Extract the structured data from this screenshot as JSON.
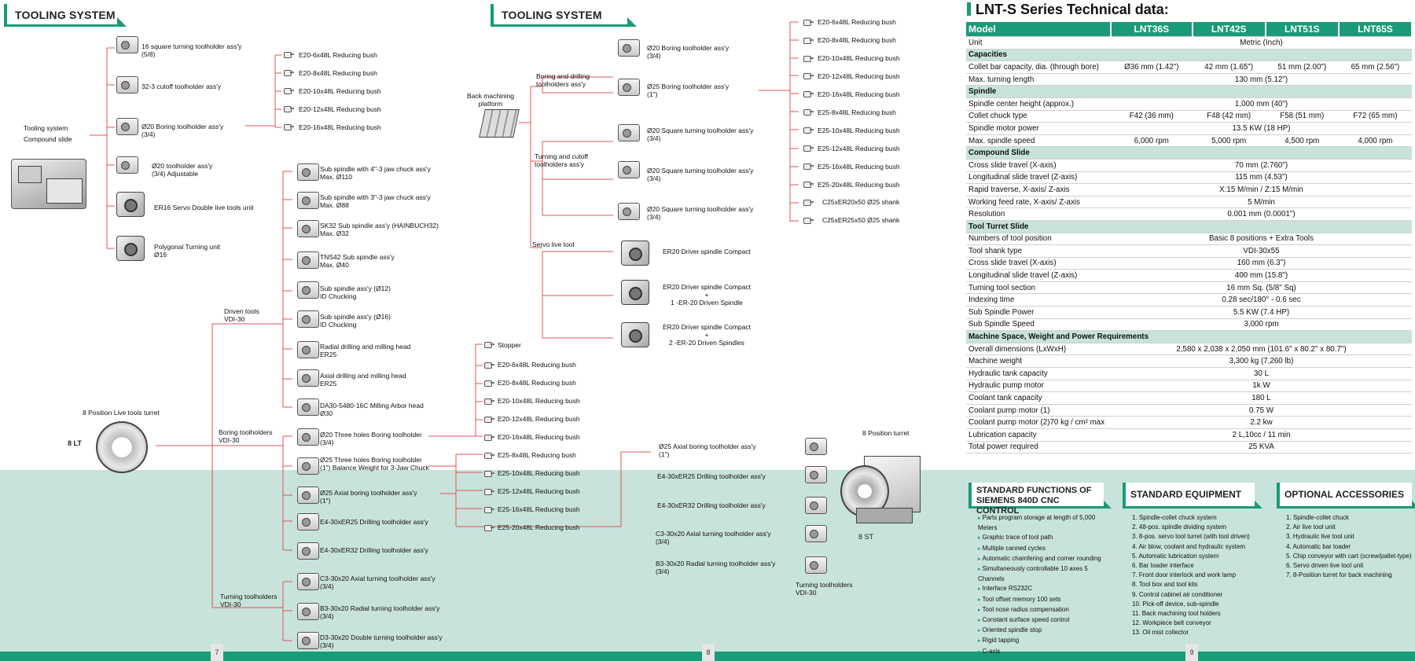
{
  "pages": {
    "left": "7",
    "middle": "8",
    "right": "9"
  },
  "headers": {
    "left": "TOOLING SYSTEM",
    "middle": "TOOLING SYSTEM"
  },
  "left": {
    "compound": {
      "title": "Tooling system",
      "subtitle": "Compound slide"
    },
    "compound_items": [
      "16 square turning toolholder ass'y\n(5/8)",
      "32-3 cutoff toolholder ass'y",
      "Ø20 Boring toolholder ass'y\n(3/4)",
      "Ø20 toolholder ass'y\n(3/4) Adjustable",
      "ER16 Servo Double live tools unit",
      "Polygonal Turning unit\nØ16"
    ],
    "bush_items": [
      "E20-6x48L Reducing bush",
      "E20-8x48L Reducing bush",
      "E20-10x48L Reducing bush",
      "E20-12x48L Reducing bush",
      "E20-16x48L Reducing bush"
    ],
    "turret_label": "8 Position Live tools turret",
    "turret_tag": "8 LT",
    "driven_group": "Driven tools\nVDI-30",
    "driven_items": [
      "Sub spindle with 4\"-3 jaw chuck ass'y\nMax. Ø110",
      "Sub spindle with 3\"-3 jaw chuck ass'y\nMax. Ø88",
      "SK32 Sub spindle ass'y (HAINBUCH32)\nMax. Ø32",
      "TNS42 Sub spindle ass'y\nMax. Ø40",
      "Sub spindle ass'y (Ø12)\nID Chucking",
      "Sub spindle ass'y (Ø16)\nID Chucking",
      "Radial drilling and milling head\nER25",
      "Axial drilling and milling head\nER25",
      "DA30-5480-16C Milling Arbor head\nØ30"
    ],
    "boring_group": "Boring toolholders\nVDI-30",
    "boring_items": [
      "Ø20 Three holes Boring toolholder\n(3/4)",
      "Ø25 Three holes Boring toolholder\n(1\") Balance Weight for 3-Jaw Chuck",
      "Ø25 Axial boring toolholder ass'y\n(1\")",
      "E4-30xER25 Drilling toolholder ass'y",
      "E4-30xER32 Drilling toolholder ass'y"
    ],
    "turning_group": "Turning toolholders\nVDI-30",
    "turning_items": [
      "C3-30x20 Axial turning toolholder ass'y\n(3/4)",
      "B3-30x20 Radial turning toolholder ass'y\n(3/4)",
      "D3-30x20 Double turning toolholder ass'y\n(3/4)"
    ]
  },
  "middle": {
    "stopper": "Stopper",
    "bush_e20": [
      "E20-6x48L Reducing bush",
      "E20-8x48L Reducing bush",
      "E20-10x48L Reducing bush",
      "E20-12x48L Reducing bush",
      "E20-16x48L Reducing bush"
    ],
    "bush_e25": [
      "E25-8x48L Reducing bush",
      "E25-10x48L Reducing bush",
      "E25-12x48L Reducing bush",
      "E25-16x48L Reducing bush",
      "E25-20x48L Reducing bush"
    ],
    "back_platform": "Back machining\nplatform",
    "boring_drill_group": "Boring and drilling\ntoolholders ass'y",
    "boring_drill_items": [
      "Ø20 Boring toolholder ass'y\n(3/4)",
      "Ø25 Boring toolholder ass'y\n(1\")"
    ],
    "turning_cutoff_group": "Turning and cutoff\ntoolholders ass'y",
    "turning_cutoff_items": [
      "Ø20 Square turning toolholder ass'y\n(3/4)",
      "Ø20 Square turning toolholder ass'y\n(3/4)",
      "Ø20 Square turning toolholder ass'y\n(3/4)"
    ],
    "servo_group": "Servo live tool",
    "servo_items": [
      "ER20 Driver spindle Compact",
      "ER20 Driver spindle Compact\n+\n1 -ER-20 Driven Spindle",
      "ER20 Driver spindle Compact\n+\n2 -ER-20 Driven Spindles"
    ],
    "right_bush": [
      "E20-6x48L Reducing bush",
      "E20-8x48L Reducing bush",
      "E20-10x48L Reducing bush",
      "E20-12x48L Reducing bush",
      "E20-16x48L Reducing bush",
      "E25-8x48L Reducing bush",
      "E25-10x48L Reducing bush",
      "E25-12x48L Reducing bush",
      "E25-16x48L Reducing bush",
      "E25-20x48L Reducing bush",
      "C25xER20x50 Ø25 shank",
      "C25xER25x50 Ø25 shank"
    ],
    "lower_items": [
      "Ø25 Axial boring toolholder ass'y\n(1\")",
      "E4-30xER25 Drilling toolholder ass'y",
      "E4-30xER32 Drilling toolholder ass'y",
      "C3-30x20 Axial turning toolholder ass'y\n(3/4)",
      "B3-30x20 Radial turning toolholder ass'y\n(3/4)"
    ],
    "turret8_label": "8 Position turret",
    "turret8_tag": "8 ST",
    "turret8_group": "Turning toolholders\nVDI-30"
  },
  "spec": {
    "title": "LNT-S Series Technical data:",
    "columns": [
      "Model",
      "LNT36S",
      "LNT42S",
      "LNT51S",
      "LNT65S"
    ],
    "rows": [
      {
        "k": "Unit",
        "v": [
          "Metric (Inch)"
        ]
      },
      {
        "section": "Capacities"
      },
      {
        "k": "Collet bar capacity, dia. (through bore)",
        "v": [
          "Ø36 mm (1.42\")",
          "42 mm (1.65\")",
          "51 mm (2.00\")",
          "65 mm (2.56\")"
        ]
      },
      {
        "k": "Max. turning length",
        "v": [
          "130 mm (5.12\")"
        ]
      },
      {
        "section": "Spindle"
      },
      {
        "k": "Spindle center height (approx.)",
        "v": [
          "1,000 mm (40\")"
        ]
      },
      {
        "k": "Collet chuck type",
        "v": [
          "F42 (36 mm)",
          "F48 (42 mm)",
          "F58 (51 mm)",
          "F72 (65 mm)"
        ]
      },
      {
        "k": "Spindle motor power",
        "v": [
          "13.5 KW (18 HP)"
        ]
      },
      {
        "k": "Max. spindle speed",
        "v": [
          "6,000 rpm",
          "5,000 rpm",
          "4,500 rpm",
          "4,000 rpm"
        ]
      },
      {
        "section": "Compound Slide"
      },
      {
        "k": "Cross slide travel (X-axis)",
        "v": [
          "70 mm (2.760\")"
        ]
      },
      {
        "k": "Longitudinal slide travel (Z-axis)",
        "v": [
          "115 mm (4.53\")"
        ]
      },
      {
        "k": "Rapid traverse, X-axis/ Z-axis",
        "v": [
          "X:15 M/min / Z:15 M/min"
        ]
      },
      {
        "k": "Working feed rate, X-axis/ Z-axis",
        "v": [
          "5 M/min"
        ]
      },
      {
        "k": "Resolution",
        "v": [
          "0.001 mm (0.0001\")"
        ]
      },
      {
        "section": "Tool Turret Slide"
      },
      {
        "k": "Numbers of tool position",
        "v": [
          "Basic 8 positions + Extra Tools"
        ]
      },
      {
        "k": "Tool shank type",
        "v": [
          "VDI-30x55"
        ]
      },
      {
        "k": "Cross slide travel (X-axis)",
        "v": [
          "160 mm (6.3\")"
        ]
      },
      {
        "k": "Longitudinal slide travel (Z-axis)",
        "v": [
          "400 mm (15.8\")"
        ]
      },
      {
        "k": "Turning tool section",
        "v": [
          "16 mm Sq. (5/8\" Sq)"
        ]
      },
      {
        "k": "Indexing time",
        "v": [
          "0.28 sec/180° - 0.6 sec"
        ]
      },
      {
        "k": "Sub Spindle Power",
        "v": [
          "5.5 KW (7.4 HP)"
        ]
      },
      {
        "k": "Sub Spindle Speed",
        "v": [
          "3,000 rpm"
        ]
      },
      {
        "section": "Machine Space, Weight and Power Requirements"
      },
      {
        "k": "Overall dimensions (LxWxH)",
        "v": [
          "2,580 x 2,038 x 2,050 mm (101.6\" x 80.2\" x 80.7\")"
        ]
      },
      {
        "k": "Machine weight",
        "v": [
          "3,300 kg (7,260 lb)"
        ]
      },
      {
        "k": "Hydraulic tank capacity",
        "v": [
          "30 L"
        ]
      },
      {
        "k": "Hydraulic pump motor",
        "v": [
          "1k W"
        ]
      },
      {
        "k": "Coolant tank capacity",
        "v": [
          "180 L"
        ]
      },
      {
        "k": "Coolant pump motor (1)",
        "v": [
          "0.75 W"
        ]
      },
      {
        "k": "Coolant pump motor (2)70 kg / cm² max",
        "v": [
          "2.2 kw"
        ]
      },
      {
        "k": "Lubrication capacity",
        "v": [
          "2 L,10cc / 11 min"
        ]
      },
      {
        "k": "Total power required",
        "v": [
          "25 KVA"
        ]
      }
    ]
  },
  "functions": {
    "title": "STANDARD FUNCTIONS OF\nSIEMENS 840D CNC CONTROL",
    "items": [
      "Parts program storage at length of 5,000 Meters",
      "Graphic trace of tool path",
      "Multiple canned cycles",
      "Automatic chamfering and corner rounding",
      "Simultaneously controllable 10 axes 5 Channels",
      "Interface RS232C",
      "Tool offset memory 100 sets",
      "Tool nose radius compensation",
      "Constant surface speed control",
      "Oriented spindle stop",
      "Rigid tapping",
      "C-axis"
    ]
  },
  "equipment": {
    "title": "STANDARD EQUIPMENT",
    "items": [
      "1. Spindle-collet chuck system",
      "2. 48-pos. spindle dividing system",
      "3. 8-pos. servo tool turret (with tool driven)",
      "4. Air blow, coolant and hydraulic system",
      "5. Automatic lubrication system",
      "6. Bar loader interface",
      "7. Front door interlock and work lamp",
      "8. Tool box and tool kits",
      "9. Control cabinet air conditioner",
      "10. Pick-off device, sub-spindle",
      "11. Back machining tool holders",
      "12. Workpiece belt conveyor",
      "13. Oil mist collector"
    ]
  },
  "accessories": {
    "title": "OPTIONAL ACCESSORIES",
    "items": [
      "1. Spindle-collet chuck",
      "2. Air live tool unit",
      "3. Hydraulic live tool unit",
      "4. Automatic bar loader",
      "5. Chip conveyor with cart (screw/pallet-type)",
      "6. Servo driven live tool unit",
      "7. 8-Position turret for back machining"
    ]
  }
}
